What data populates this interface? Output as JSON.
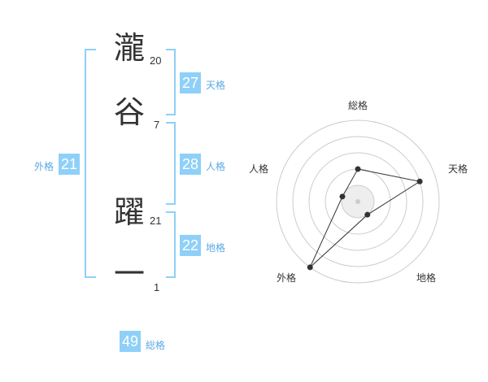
{
  "name": {
    "chars": [
      {
        "char": "瀧",
        "strokes": "20"
      },
      {
        "char": "谷",
        "strokes": "7"
      },
      {
        "char": "躍",
        "strokes": "21"
      },
      {
        "char": "一",
        "strokes": "1"
      }
    ]
  },
  "kakusu": {
    "tenkaku": {
      "value": "27",
      "label": "天格"
    },
    "jinkaku": {
      "value": "28",
      "label": "人格"
    },
    "chikaku": {
      "value": "22",
      "label": "地格"
    },
    "gaikaku": {
      "value": "21",
      "label": "外格"
    },
    "soukaku": {
      "value": "49",
      "label": "総格"
    }
  },
  "radar": {
    "axes": [
      "総格",
      "天格",
      "地格",
      "外格",
      "人格"
    ],
    "values": [
      2,
      4,
      1,
      5,
      1
    ],
    "max": 5,
    "line_color": "#333333",
    "ring_color": "#cccccc",
    "fill_color": "#eeeeee"
  },
  "colors": {
    "accent": "#8fd0f8",
    "label": "#5aa9e6"
  }
}
